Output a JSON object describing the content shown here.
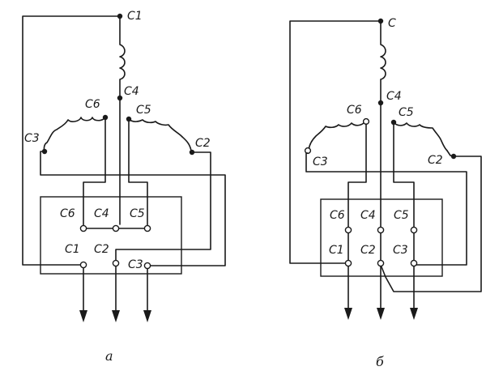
{
  "diagram_a": {
    "caption": "а",
    "winding_labels": {
      "c1": "C1",
      "c4": "C4",
      "c6": "C6",
      "c5": "C5",
      "c3": "C3",
      "c2": "C2"
    },
    "terminal_labels": {
      "top_c6": "C6",
      "top_c4": "C4",
      "top_c5": "C5",
      "bot_c1": "C1",
      "bot_c2": "C2",
      "bot_c3": "C3"
    }
  },
  "diagram_b": {
    "caption": "б",
    "winding_labels": {
      "c1": "C",
      "c4": "C4",
      "c6": "C6",
      "c5": "C5",
      "c3": "C3",
      "c2": "C2"
    },
    "terminal_labels": {
      "top_c6": "C6",
      "top_c4": "C4",
      "top_c5": "C5",
      "bot_c1": "C1",
      "bot_c2": "C2",
      "bot_c3": "C3"
    }
  }
}
